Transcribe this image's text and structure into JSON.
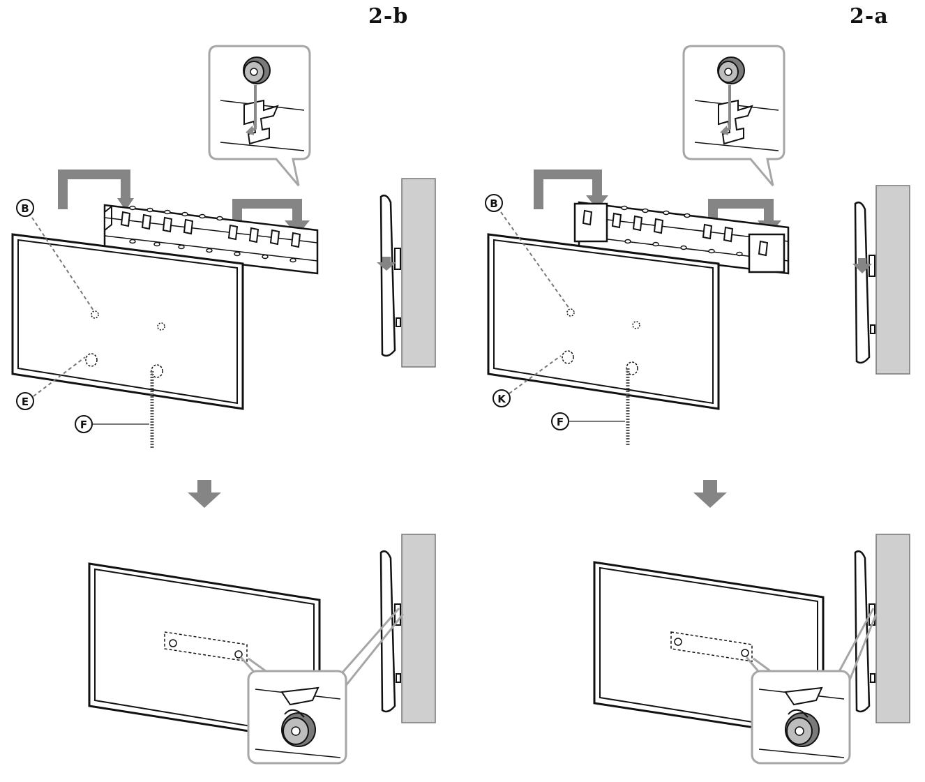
{
  "panels": [
    {
      "id": "2-b",
      "step_label": "2-b",
      "callouts": [
        "B",
        "E",
        "F"
      ]
    },
    {
      "id": "2-a",
      "step_label": "2-a",
      "callouts": [
        "B",
        "K",
        "F"
      ]
    }
  ],
  "colors": {
    "line": "#111111",
    "arrow_gray": "#858585",
    "wall_gray": "#cfcfcf",
    "zoom_border": "#a6a6a6"
  },
  "icons": [
    "down-arrow-icon",
    "wall-bracket-icon",
    "tv-screen-icon",
    "hook-detail-icon"
  ]
}
